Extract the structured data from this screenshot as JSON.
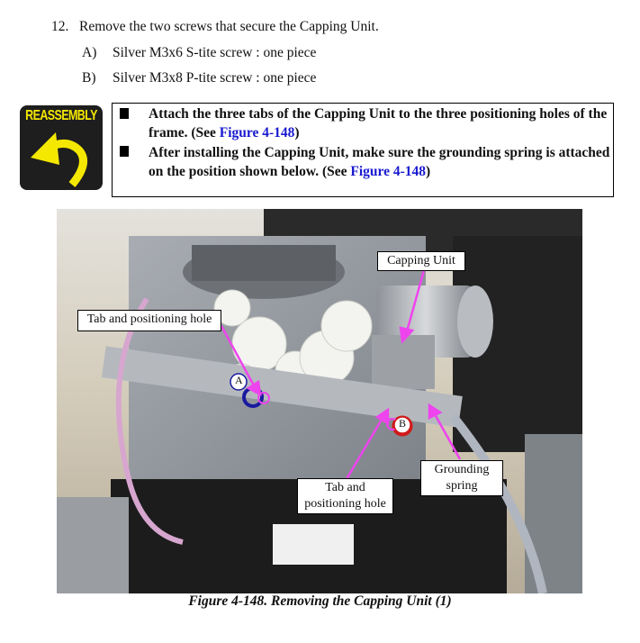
{
  "step": {
    "number": "12.",
    "text": "Remove the two screws that secure the Capping Unit."
  },
  "substeps": [
    {
      "letter": "A)",
      "text": "Silver M3x6 S-tite screw : one piece"
    },
    {
      "letter": "B)",
      "text": "Silver M3x8 P-tite screw : one piece"
    }
  ],
  "reassembly": {
    "icon_label": "REASSEMBLY",
    "notes": [
      {
        "text": "Attach the three tabs of the Capping Unit to the three positioning holes of the frame. (See ",
        "link": "Figure 4-148",
        "end": ")"
      },
      {
        "text": "After installing the Capping Unit, make sure the grounding spring is attached on the position shown below. (See ",
        "link": "Figure 4-148",
        "end": ")"
      }
    ]
  },
  "figure": {
    "labels": {
      "capping_unit": "Capping Unit",
      "tab_left": "Tab and positioning hole",
      "tab_bottom_1": "Tab and",
      "tab_bottom_2": "positioning hole",
      "grounding_1": "Grounding",
      "grounding_2": "spring",
      "marker_a": "A",
      "marker_b": "B"
    },
    "caption": "Figure 4-148.  Removing the Capping Unit (1)"
  },
  "colors": {
    "link": "#1a1ad0",
    "arrow": "#ee44ee",
    "marker_a": "#1a1aa0",
    "marker_b": "#d01a1a",
    "icon_yellow": "#f5e800"
  }
}
